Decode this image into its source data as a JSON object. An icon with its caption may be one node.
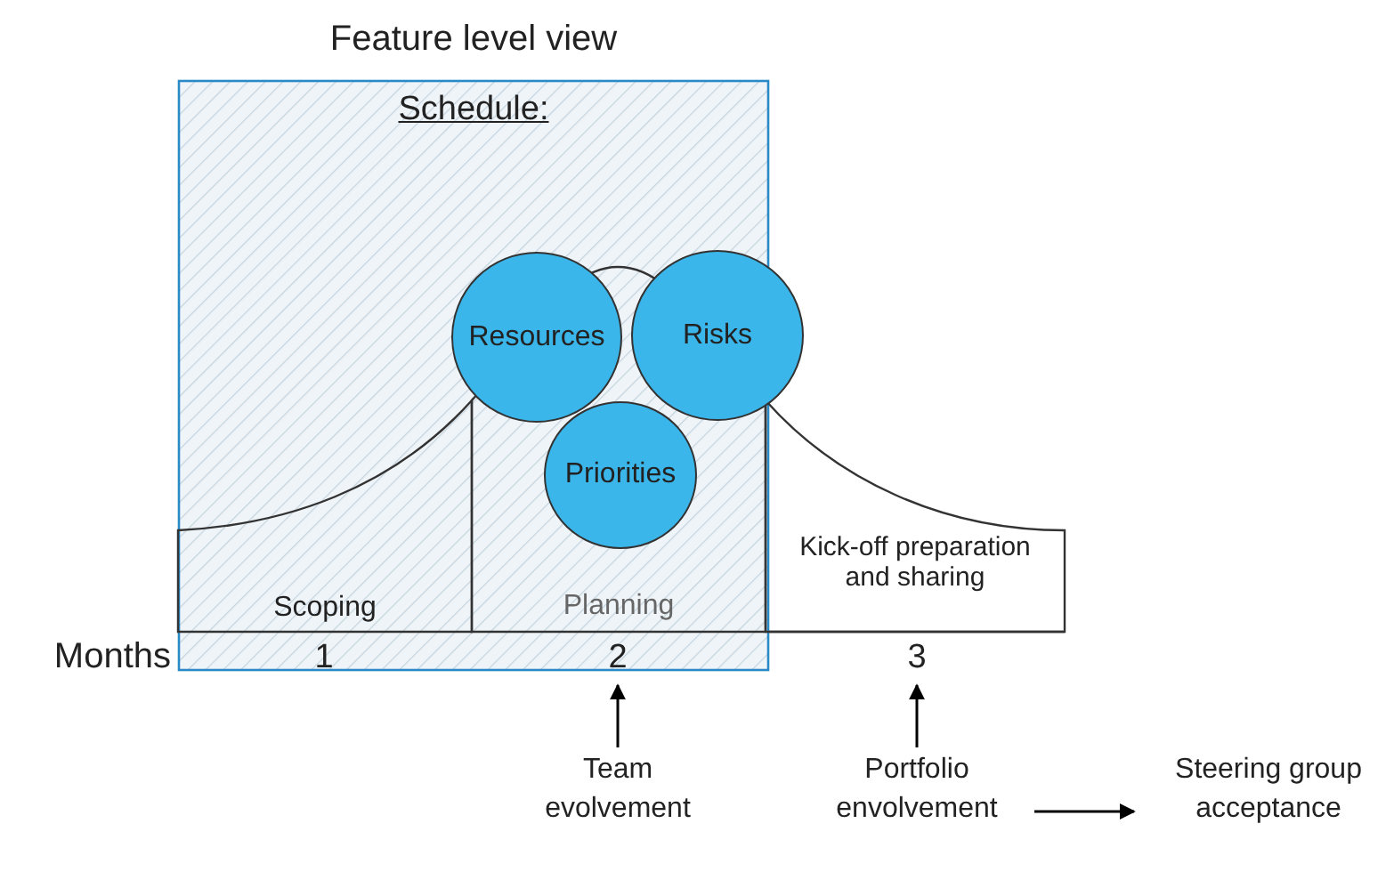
{
  "diagram": {
    "title": "Feature level view",
    "nodes": [
      {
        "text": [
          "Schedule:"
        ]
      },
      {
        "text": [
          "Scoping"
        ],
        "in": 0
      },
      {
        "text": [
          "Planning"
        ],
        "in": 0
      },
      {
        "text": [
          "Kick-off preparation and sharing"
        ]
      },
      {
        "text": [
          "Resources"
        ],
        "in": 0
      },
      {
        "text": [
          "Risks"
        ]
      },
      {
        "text": [
          "Priorities"
        ],
        "in": 2
      },
      {
        "text": [
          "Team evolvement"
        ]
      },
      {
        "text": [
          "Portfolio envolvement"
        ]
      },
      {
        "text": [
          "Steering group acceptance"
        ]
      },
      {
        "text": [
          "2"
        ],
        "in": 0
      },
      {
        "text": [
          "3"
        ]
      }
    ],
    "edges": [
      {
        "from": 7,
        "to": 10,
        "arrow": "to"
      },
      {
        "from": 8,
        "to": 11,
        "arrow": "to"
      },
      {
        "from": 8,
        "to": 9,
        "arrow": "to"
      }
    ],
    "labels": [
      "Months",
      "1"
    ]
  }
}
